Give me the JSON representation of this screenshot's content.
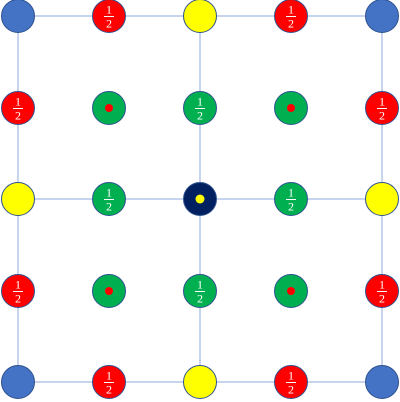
{
  "colors": {
    "background": "#ffffff",
    "line": "#8ea9db",
    "blue": "#4472c4",
    "red": "#ff0000",
    "yellow": "#ffff00",
    "green": "#00b050",
    "navy": "#002060",
    "outline": "#2f528f",
    "text": "#ffffff",
    "dot_red": "#ff0000",
    "dot_yellow": "#ffff00"
  },
  "grid": {
    "rows": [
      [
        "blue",
        "red-half",
        "yellow",
        "red-half",
        "blue"
      ],
      [
        "red-half",
        "green-dot",
        "green-half",
        "green-dot",
        "red-half"
      ],
      [
        "yellow",
        "green-half",
        "navy-dot",
        "green-half",
        "yellow"
      ],
      [
        "red-half",
        "green-dot",
        "green-half",
        "green-dot",
        "red-half"
      ],
      [
        "blue",
        "red-half",
        "yellow",
        "red-half",
        "blue"
      ]
    ]
  },
  "labels": {
    "numerator": "1",
    "denominator": "2"
  }
}
